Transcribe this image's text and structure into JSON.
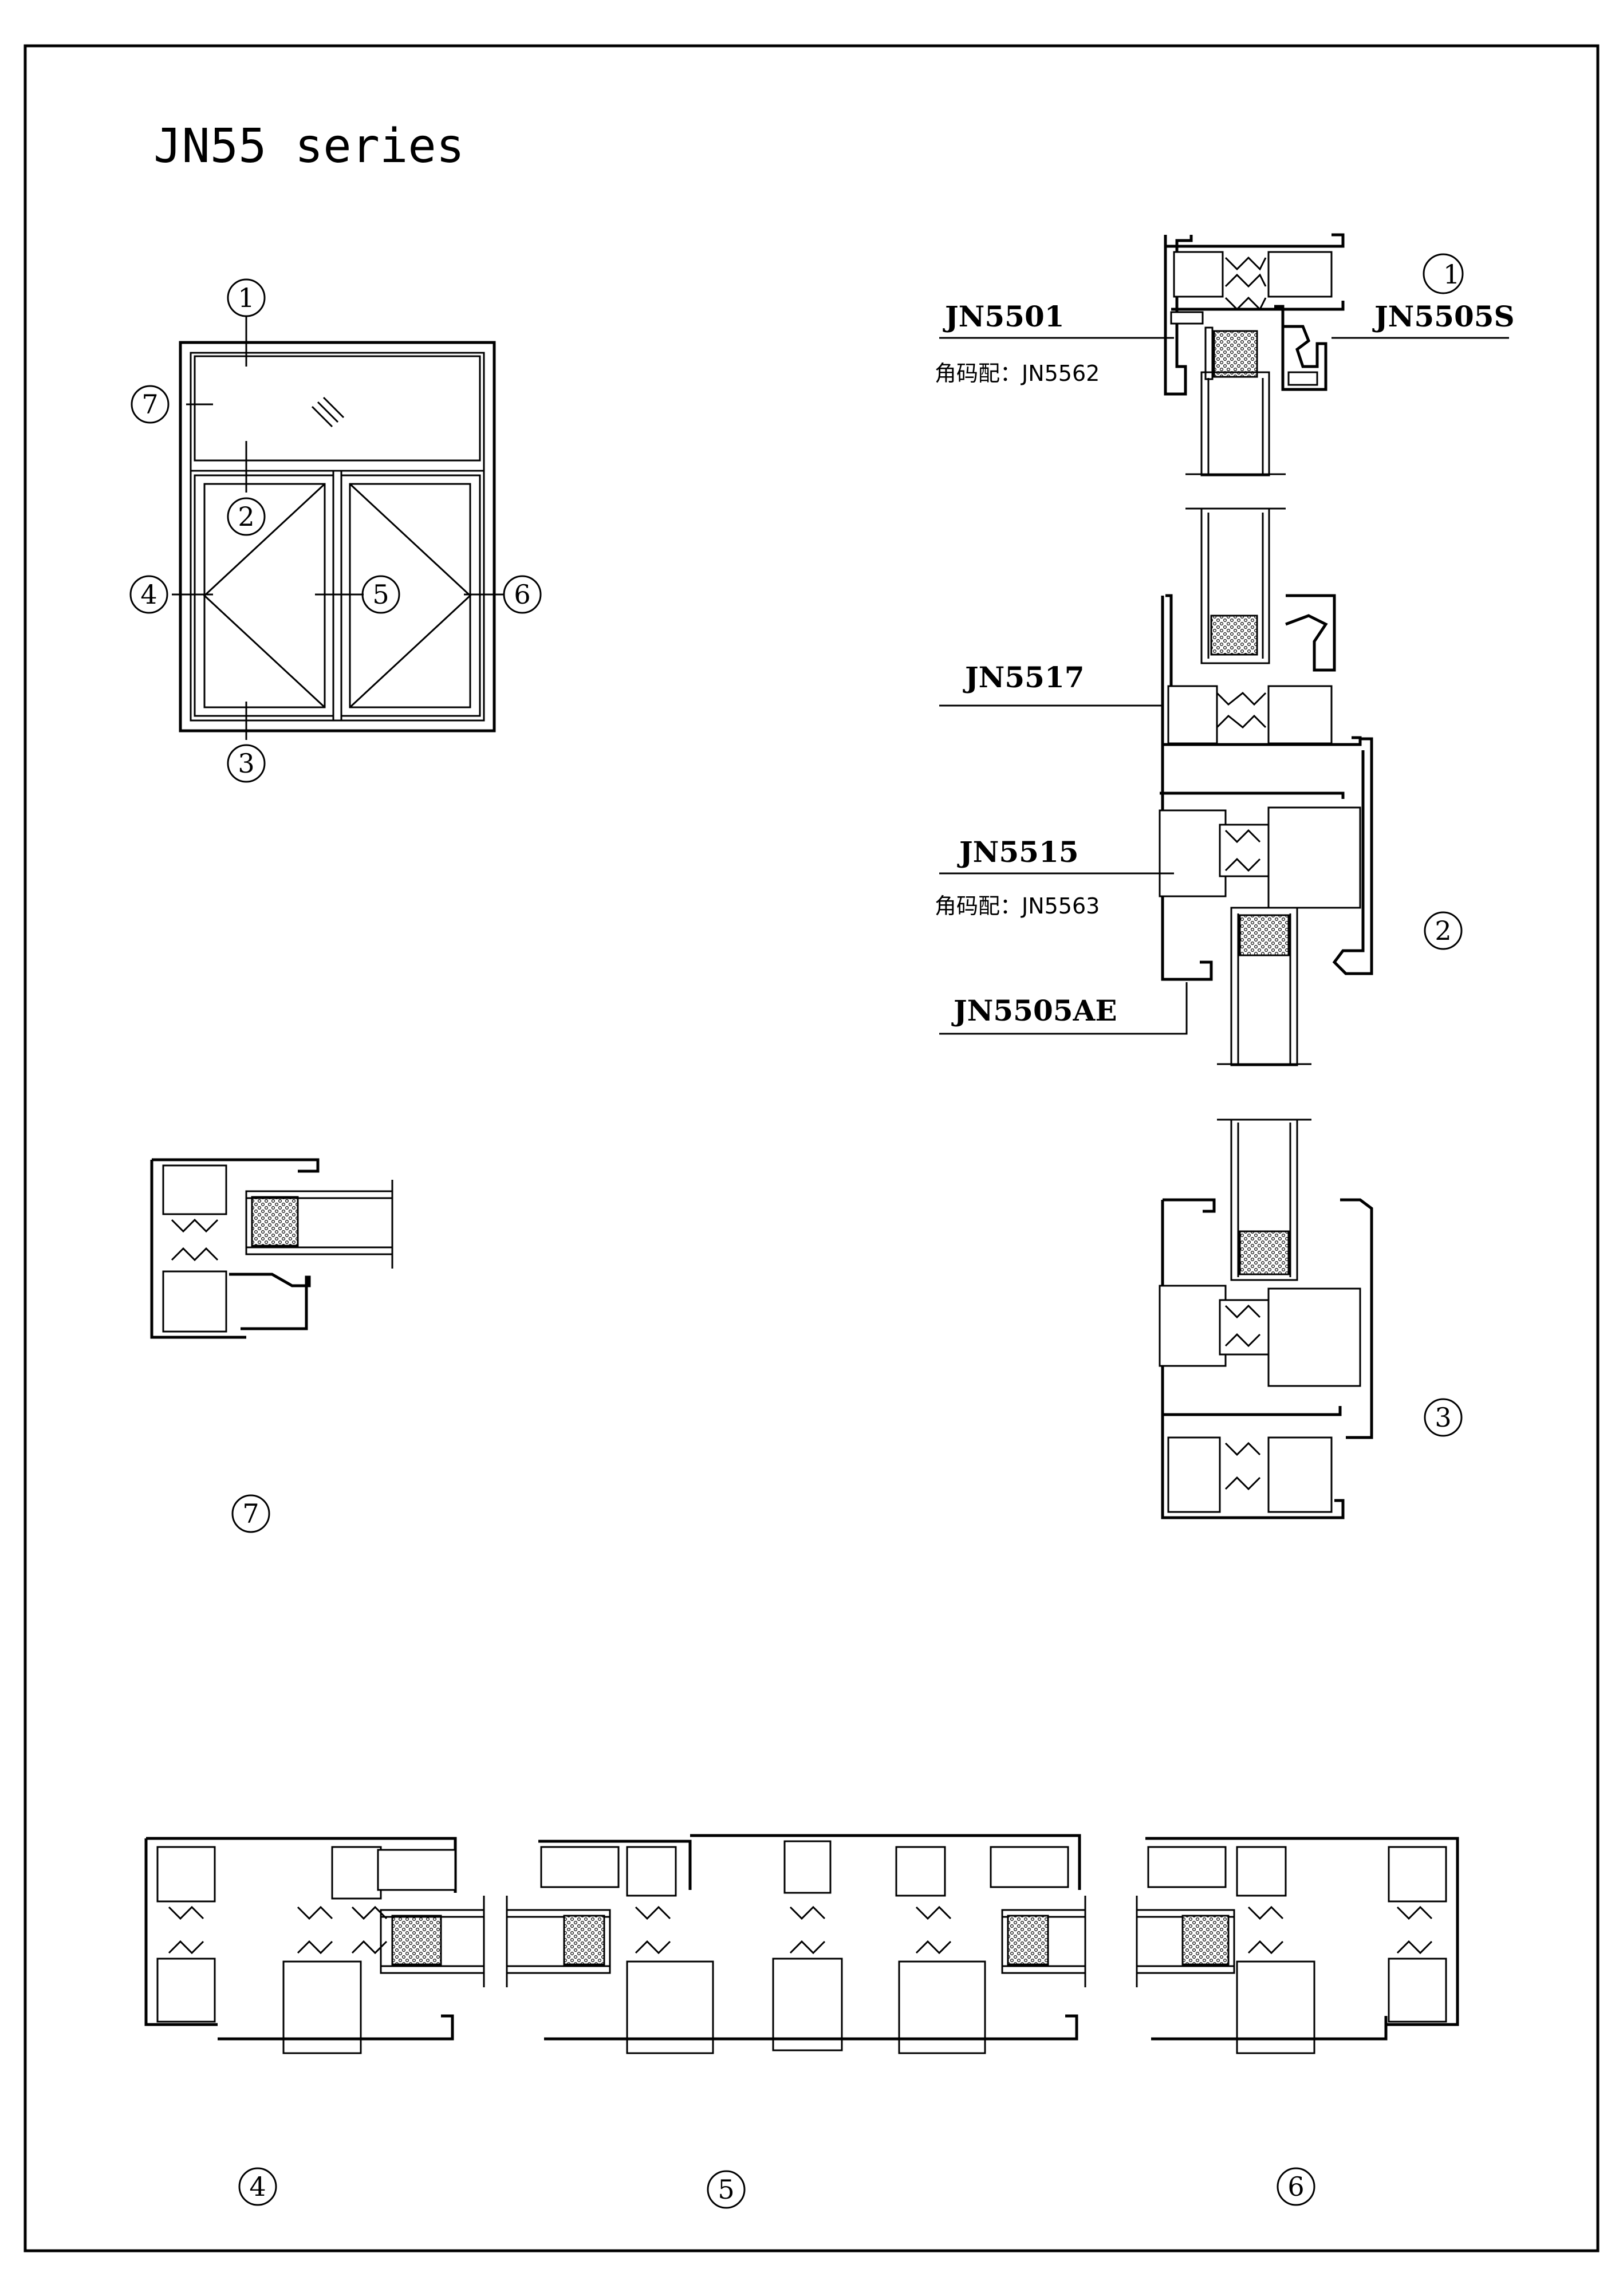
{
  "title": "JN55 series",
  "profiles": {
    "p1_top": "JN5501",
    "p1_top_note": "角码配：JN5562",
    "p1_sash": "JN5505S",
    "p2_mullion": "JN5517",
    "p2_transom": "JN5515",
    "p2_transom_note": "角码配：JN5563",
    "p2_sash": "JN5505AE"
  },
  "markers": {
    "m1": "1",
    "m2": "2",
    "m3": "3",
    "m4": "4",
    "m5": "5",
    "m6": "6",
    "m7": "7"
  },
  "colors": {
    "line": "#000000",
    "background": "#ffffff"
  }
}
